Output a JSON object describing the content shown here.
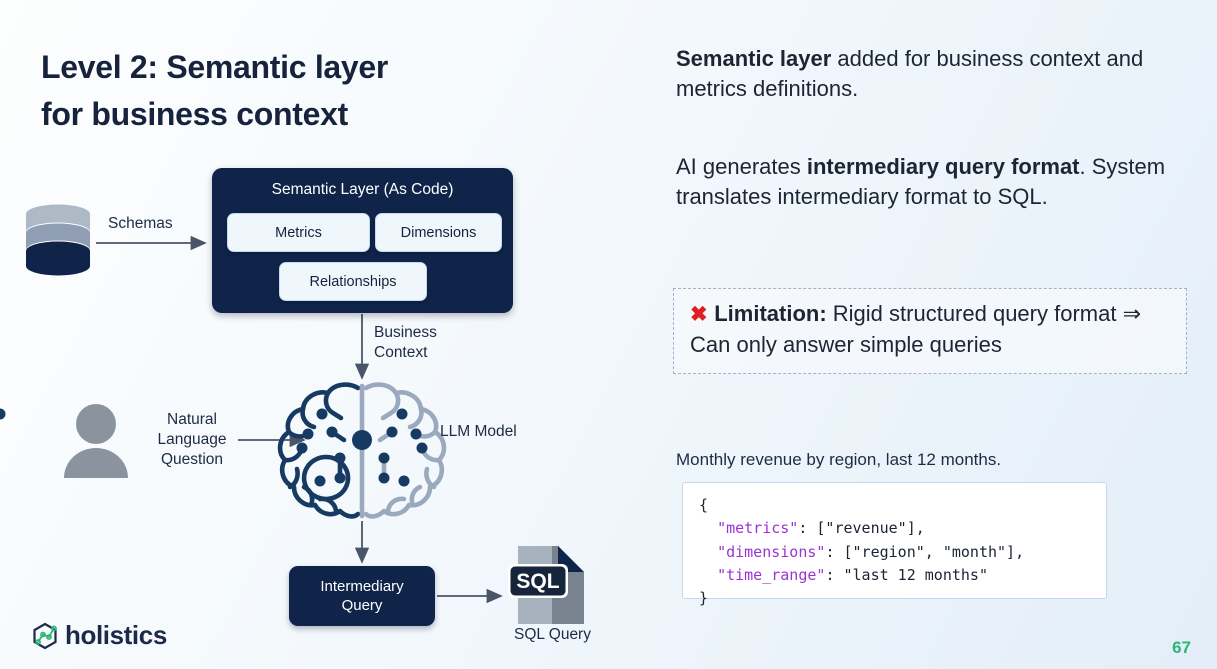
{
  "slide": {
    "title": "Level 2: Semantic layer\nfor business context",
    "page_number": "67",
    "logo_text": "holistics"
  },
  "diagram": {
    "semantic_layer": {
      "title": "Semantic Layer (As Code)",
      "chips": [
        "Metrics",
        "Dimensions",
        "Relationships"
      ]
    },
    "labels": {
      "schemas": "Schemas",
      "business_context": "Business\nContext",
      "natural_language_question": "Natural\nLanguage\nQuestion",
      "llm_model": "LLM Model",
      "sql_query": "SQL Query"
    },
    "intermediary_query": "Intermediary\nQuery",
    "sql_badge": "SQL"
  },
  "content": {
    "para1_bold": "Semantic layer",
    "para1_rest": " added for business context and metrics definitions.",
    "para2_pre": "AI generates ",
    "para2_bold": "intermediary query format",
    "para2_rest": ". System translates intermediary format to SQL.",
    "limitation_icon": "✖",
    "limitation_label": "Limitation:",
    "limitation_text": " Rigid structured query format ⇒ Can only answer simple queries",
    "nl_prompt": "Monthly revenue by region, last 12 months.",
    "code": {
      "line_open": "{",
      "key_metrics": "\"metrics\"",
      "val_metrics": ": [\"revenue\"],",
      "key_dimensions": "\"dimensions\"",
      "val_dimensions": ": [\"region\", \"month\"],",
      "key_time_range": "\"time_range\"",
      "val_time_range": ": \"last 12 months\"",
      "line_close": "}"
    }
  },
  "colors": {
    "navy": "#0f2448",
    "accent_green": "#2bb673",
    "limitation_red": "#e02020",
    "json_key_purple": "#9b33d6"
  }
}
